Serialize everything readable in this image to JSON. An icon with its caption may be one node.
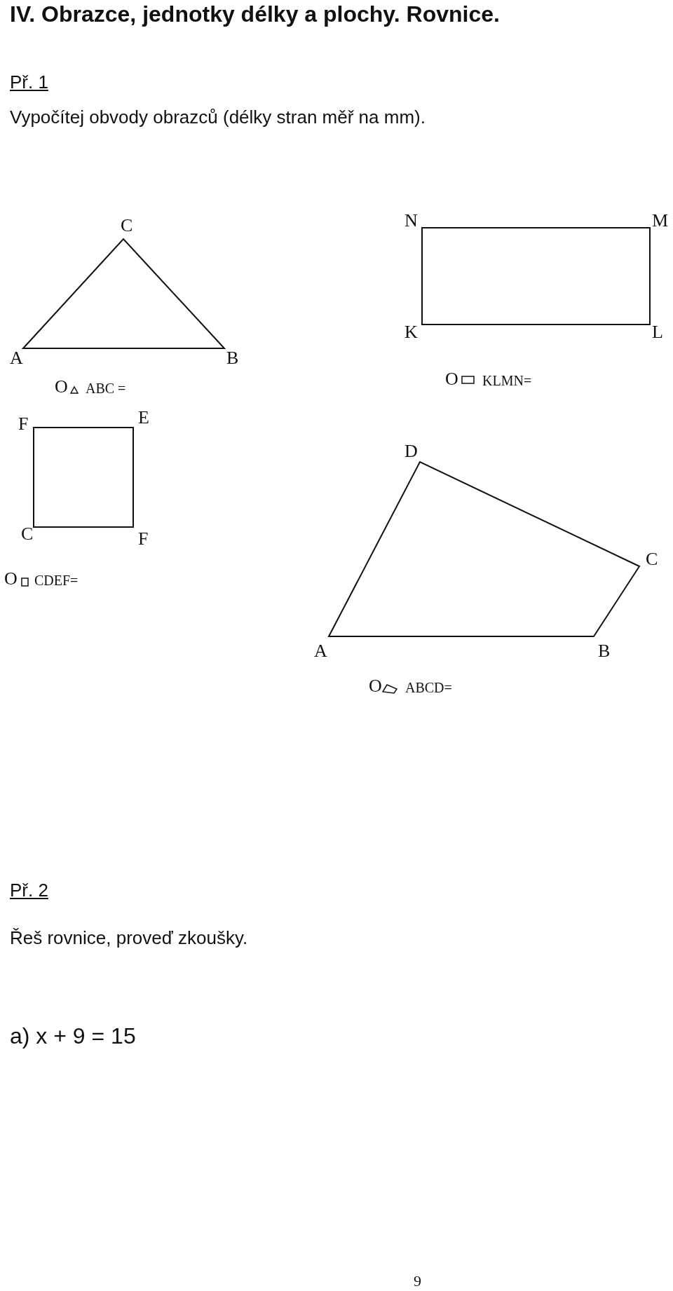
{
  "diagram": {
    "title": "IV. Obrazce, jednotky délky a plochy. Rovnice.",
    "labels": [
      "Př. 1",
      "Vypočítej obvody obrazců (délky stran měř na mm).",
      "C",
      "N",
      "M",
      "K",
      "L",
      "A",
      "B",
      "O",
      "ABC =",
      "O",
      "KLMN=",
      "F",
      "E",
      "D",
      "C",
      "F",
      "C",
      "O",
      "CDEF=",
      "A",
      "B",
      "O",
      "ABCD=",
      "Př. 2",
      "Řeš rovnice, proveď zkoušky.",
      "a) x + 9 = 15",
      "9"
    ]
  }
}
